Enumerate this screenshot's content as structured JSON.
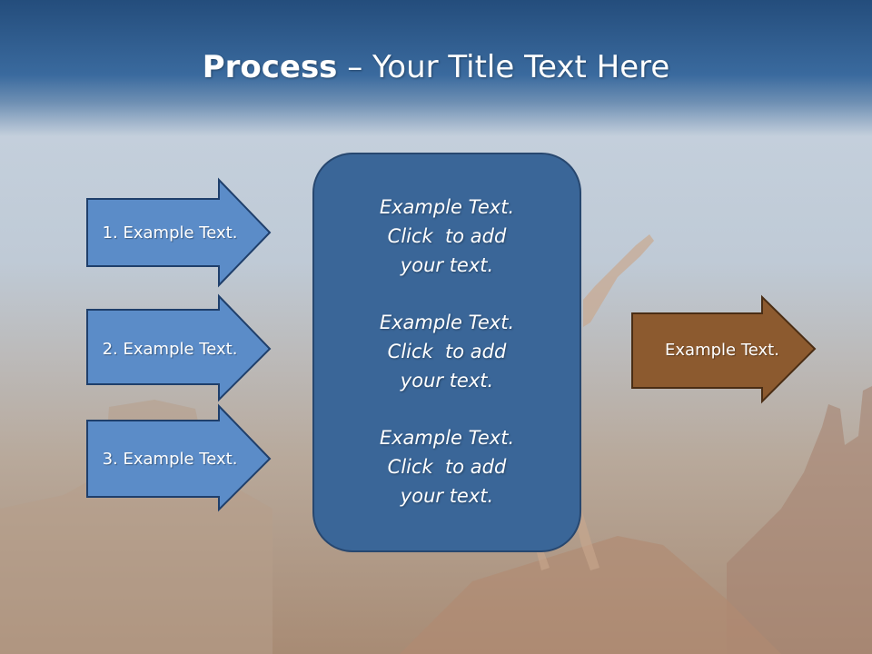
{
  "slide": {
    "title_bold": "Process",
    "title_rest": " – Your Title Text Here"
  },
  "left_arrows": [
    {
      "label": "1. Example Text."
    },
    {
      "label": "2. Example Text."
    },
    {
      "label": "3. Example Text."
    }
  ],
  "center_box": {
    "items": [
      {
        "line1": "Example Text.",
        "line2": "Click  to add",
        "line3": "your text."
      },
      {
        "line1": "Example Text.",
        "line2": "Click  to add",
        "line3": "your text."
      },
      {
        "line1": "Example Text.",
        "line2": "Click  to add",
        "line3": "your text."
      }
    ]
  },
  "right_arrow": {
    "label": "Example Text."
  },
  "colors": {
    "title_bar": "#2b5688",
    "left_arrow_fill": "#5b8cc8",
    "left_arrow_stroke": "#1f3f6b",
    "center_box_fill": "#3a6698",
    "right_arrow_fill": "#8c5a2f",
    "right_arrow_stroke": "#4a2d14"
  }
}
